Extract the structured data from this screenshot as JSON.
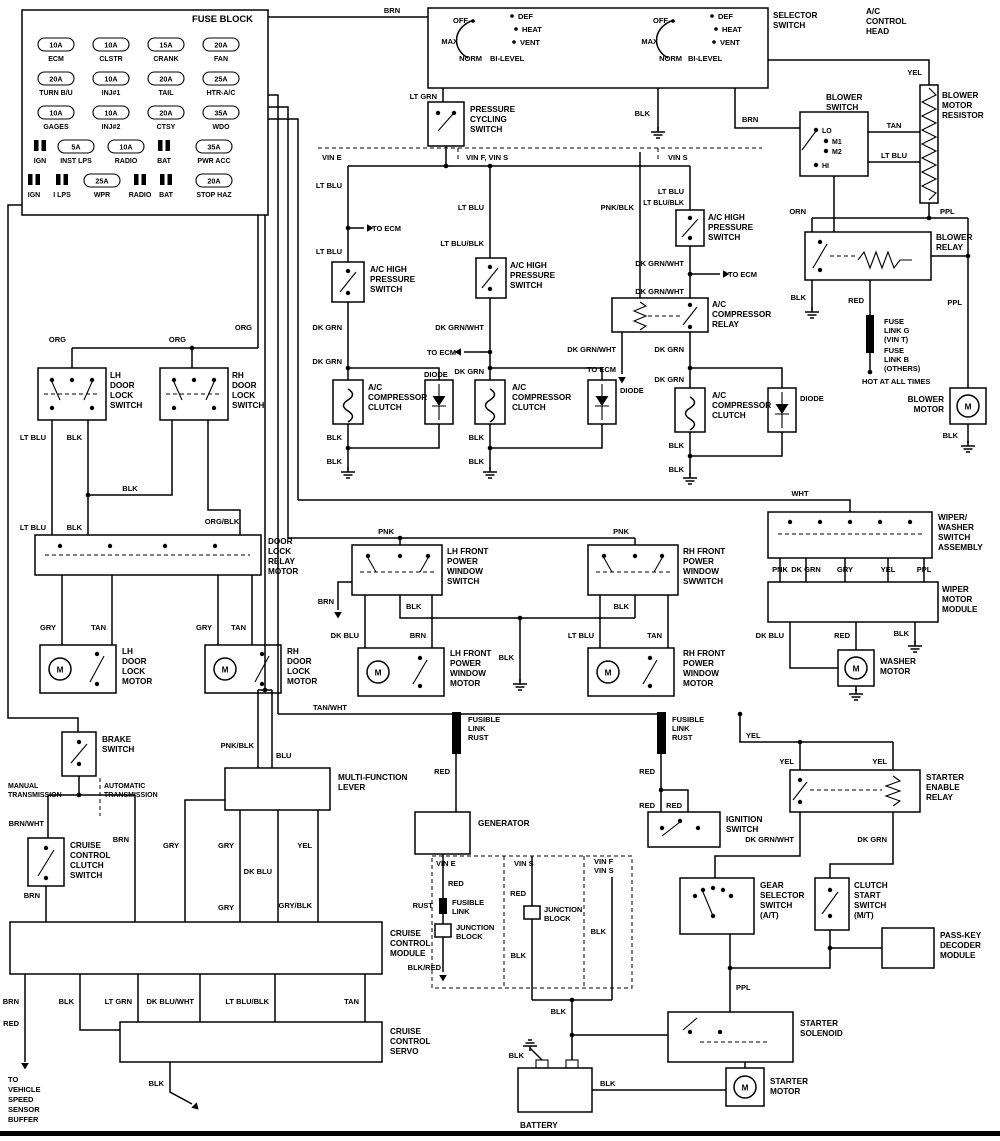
{
  "diagram": {
    "ink": "#000000",
    "background": "#ffffff"
  },
  "fuse_block": {
    "title": "FUSE BLOCK",
    "rows": [
      [
        {
          "type": "fuse",
          "amp": "10A",
          "name": "ECM"
        },
        {
          "type": "fuse",
          "amp": "10A",
          "name": "CLSTR"
        },
        {
          "type": "fuse",
          "amp": "15A",
          "name": "CRANK"
        },
        {
          "type": "fuse",
          "amp": "20A",
          "name": "FAN"
        }
      ],
      [
        {
          "type": "fuse",
          "amp": "20A",
          "name": "TURN B/U"
        },
        {
          "type": "fuse",
          "amp": "10A",
          "name": "INJ#1"
        },
        {
          "type": "fuse",
          "amp": "20A",
          "name": "TAIL"
        },
        {
          "type": "fuse",
          "amp": "25A",
          "name": "HTR-A/C"
        }
      ],
      [
        {
          "type": "fuse",
          "amp": "10A",
          "name": "GAGES"
        },
        {
          "type": "fuse",
          "amp": "10A",
          "name": "INJ#2"
        },
        {
          "type": "fuse",
          "amp": "20A",
          "name": "CTSY"
        },
        {
          "type": "fuse",
          "amp": "35A",
          "name": "WDO"
        }
      ],
      [
        {
          "type": "terminal",
          "amp": "",
          "name": "IGN"
        },
        {
          "type": "fuse",
          "amp": "5A",
          "name": "INST LPS"
        },
        {
          "type": "fuse",
          "amp": "10A",
          "name": "RADIO"
        },
        {
          "type": "terminal",
          "amp": "",
          "name": "BAT"
        },
        {
          "type": "fuse",
          "amp": "35A",
          "name": "PWR ACC"
        }
      ],
      [
        {
          "type": "terminal",
          "amp": "",
          "name": "IGN"
        },
        {
          "type": "terminal",
          "amp": "",
          "name": "I LPS"
        },
        {
          "type": "fuse",
          "amp": "25A",
          "name": "WPR"
        },
        {
          "type": "terminal",
          "amp": "",
          "name": "RADIO"
        },
        {
          "type": "terminal",
          "amp": "",
          "name": "BAT"
        },
        {
          "type": "fuse",
          "amp": "20A",
          "name": "STOP HAZ"
        }
      ]
    ]
  },
  "hvac": {
    "selector_switch": {
      "label": [
        "SELECTOR",
        "SWITCH"
      ],
      "positions": [
        "OFF",
        "DEF",
        "HEAT",
        "VENT",
        "MAX",
        "NORM",
        "BI-LEVEL"
      ]
    },
    "ac_control_head": [
      "A/C",
      "CONTROL",
      "HEAD"
    ],
    "pressure_cycling_switch": [
      "PRESSURE",
      "CYCLING",
      "SWITCH"
    ],
    "blower_switch": {
      "label": [
        "BLOWER",
        "SWITCH"
      ],
      "positions": [
        "LO",
        "M1",
        "M2",
        "HI"
      ]
    },
    "blower_motor_resistor": [
      "BLOWER",
      "MOTOR",
      "RESISTOR"
    ],
    "blower_relay": [
      "BLOWER",
      "RELAY"
    ],
    "fuse_link_g": [
      "FUSE",
      "LINK G",
      "(VIN T)"
    ],
    "fuse_link_b": [
      "FUSE",
      "LINK B",
      "(OTHERS)"
    ],
    "hot_at_all_times": "HOT AT ALL TIMES",
    "blower_motor": [
      "BLOWER",
      "MOTOR"
    ]
  },
  "ac": {
    "vin_e": "VIN E",
    "vin_fs": "VIN F, VIN S",
    "vin_s": "VIN S",
    "hp_switch": [
      "A/C HIGH",
      "PRESSURE",
      "SWITCH"
    ],
    "compressor_clutch": [
      "A/C",
      "COMPRESSOR",
      "CLUTCH"
    ],
    "compressor_relay": [
      "A/C",
      "COMPRESSOR",
      "RELAY"
    ],
    "diode": "DIODE",
    "to_ecm": "TO ECM"
  },
  "door": {
    "lh_switch": [
      "LH",
      "DOOR",
      "LOCK",
      "SWITCH"
    ],
    "rh_switch": [
      "RH",
      "DOOR",
      "LOCK",
      "SWITCH"
    ],
    "relay": [
      "DOOR",
      "LOCK",
      "RELAY",
      "MOTOR"
    ],
    "lh_motor": [
      "LH",
      "DOOR",
      "LOCK",
      "MOTOR"
    ],
    "rh_motor": [
      "RH",
      "DOOR",
      "LOCK",
      "MOTOR"
    ]
  },
  "window": {
    "lh_switch": [
      "LH FRONT",
      "POWER",
      "WINDOW",
      "SWITCH"
    ],
    "rh_switch": [
      "RH FRONT",
      "POWER",
      "WINDOW",
      "SWWITCH"
    ],
    "lh_motor": [
      "LH FRONT",
      "POWER",
      "WINDOW",
      "MOTOR"
    ],
    "rh_motor": [
      "RH FRONT",
      "POWER",
      "WINDOW",
      "MOTOR"
    ]
  },
  "wiper": {
    "switch_assembly": [
      "WIPER/",
      "WASHER",
      "SWITCH",
      "ASSEMBLY"
    ],
    "motor_module": [
      "WIPER",
      "MOTOR",
      "MODULE"
    ],
    "washer_motor": [
      "WASHER",
      "MOTOR"
    ]
  },
  "cruise": {
    "brake_switch": [
      "BRAKE",
      "SWITCH"
    ],
    "manual_trans": [
      "MANUAL",
      "TRANSMISSION"
    ],
    "auto_trans": [
      "AUTOMATIC",
      "TRANSMISSION"
    ],
    "lever": [
      "MULTI-FUNCTION",
      "LEVER"
    ],
    "clutch_switch": [
      "CRUISE",
      "CONTROL",
      "CLUTCH",
      "SWITCH"
    ],
    "module": [
      "CRUISE",
      "CONTROL",
      "MODULE"
    ],
    "servo": [
      "CRUISE",
      "CONTROL",
      "SERVO"
    ],
    "speed_buffer": [
      "TO",
      "VEHICLE",
      "SPEED",
      "SENSOR",
      "BUFFER"
    ]
  },
  "start": {
    "fusible_link_rust": [
      "FUSIBLE",
      "LINK",
      "RUST"
    ],
    "generator": "GENERATOR",
    "vin_e": "VIN E",
    "vin_s": "VIN S",
    "vin_f": "VIN F",
    "vin_s2": "VIN S",
    "fusible_link": [
      "FUSIBLE",
      "LINK"
    ],
    "junction_block": [
      "JUNCTION",
      "BLOCK"
    ],
    "ignition_switch": [
      "IGNITION",
      "SWITCH"
    ],
    "enable_relay": [
      "STARTER",
      "ENABLE",
      "RELAY"
    ],
    "gear_selector": [
      "GEAR",
      "SELECTOR",
      "SWITCH",
      "(A/T)"
    ],
    "clutch_start": [
      "CLUTCH",
      "START",
      "SWITCH",
      "(M/T)"
    ],
    "pass_key": [
      "PASS-KEY",
      "DECODER",
      "MODULE"
    ],
    "solenoid": [
      "STARTER",
      "SOLENOID"
    ],
    "starter_motor": [
      "STARTER",
      "MOTOR"
    ],
    "battery": "BATTERY"
  },
  "wire": {
    "blk": "BLK",
    "brn": "BRN",
    "red": "RED",
    "yel": "YEL",
    "tan": "TAN",
    "orn": "ORN",
    "ppl": "PPL",
    "pnk": "PNK",
    "gry": "GRY",
    "blu": "BLU",
    "wht": "WHT",
    "org": "ORG",
    "rust": "RUST",
    "lt_blu": "LT BLU",
    "lt_grn": "LT GRN",
    "dk_grn": "DK GRN",
    "dk_blu": "DK BLU",
    "brn_wht": "BRN/WHT",
    "dk_grn_wht": "DK GRN/WHT",
    "lt_blu_blk": "LT BLU/BLK",
    "pnk_blk": "PNK/BLK",
    "org_blk": "ORG/BLK",
    "gry_blk": "GRY/BLK",
    "tan_wht": "TAN/WHT",
    "dk_blu_wht": "DK BLU/WHT",
    "blk_red": "BLK/RED"
  },
  "sym": {
    "motor": "M"
  }
}
